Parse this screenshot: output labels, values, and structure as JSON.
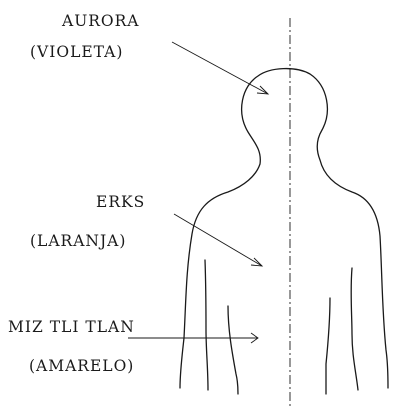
{
  "labels": [
    {
      "id": "crown",
      "name": "AURORA",
      "color": "(VIOLETA)"
    },
    {
      "id": "chest",
      "name": "ERKS",
      "color": "(LARANJA)"
    },
    {
      "id": "belly",
      "name": "MIZ TLI TLAN",
      "color": "(AMARELO)"
    }
  ]
}
